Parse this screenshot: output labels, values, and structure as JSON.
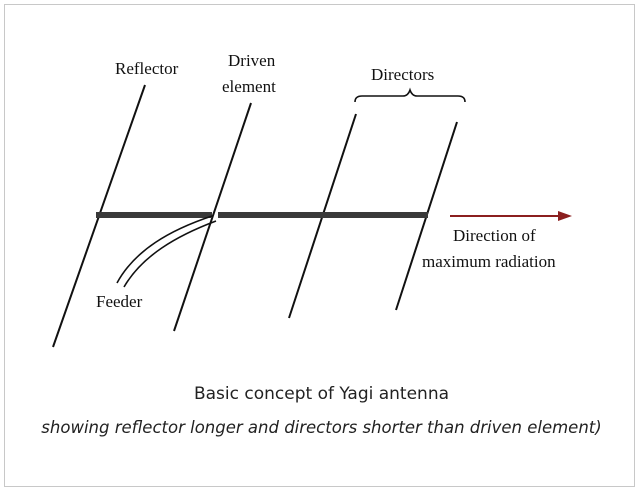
{
  "labels": {
    "reflector": "Reflector",
    "driven_line1": "Driven",
    "driven_line2": "element",
    "directors": "Directors",
    "direction_line1": "Direction of",
    "direction_line2": "maximum radiation",
    "feeder": "Feeder"
  },
  "caption": {
    "title": "Basic concept of Yagi antenna",
    "subtitle": "showing reflector longer and directors shorter than driven element)"
  },
  "colors": {
    "element": "#111111",
    "boom": "#3a3a3a",
    "arrow": "#8b1f1f",
    "frame_border": "#c8c8c8"
  }
}
